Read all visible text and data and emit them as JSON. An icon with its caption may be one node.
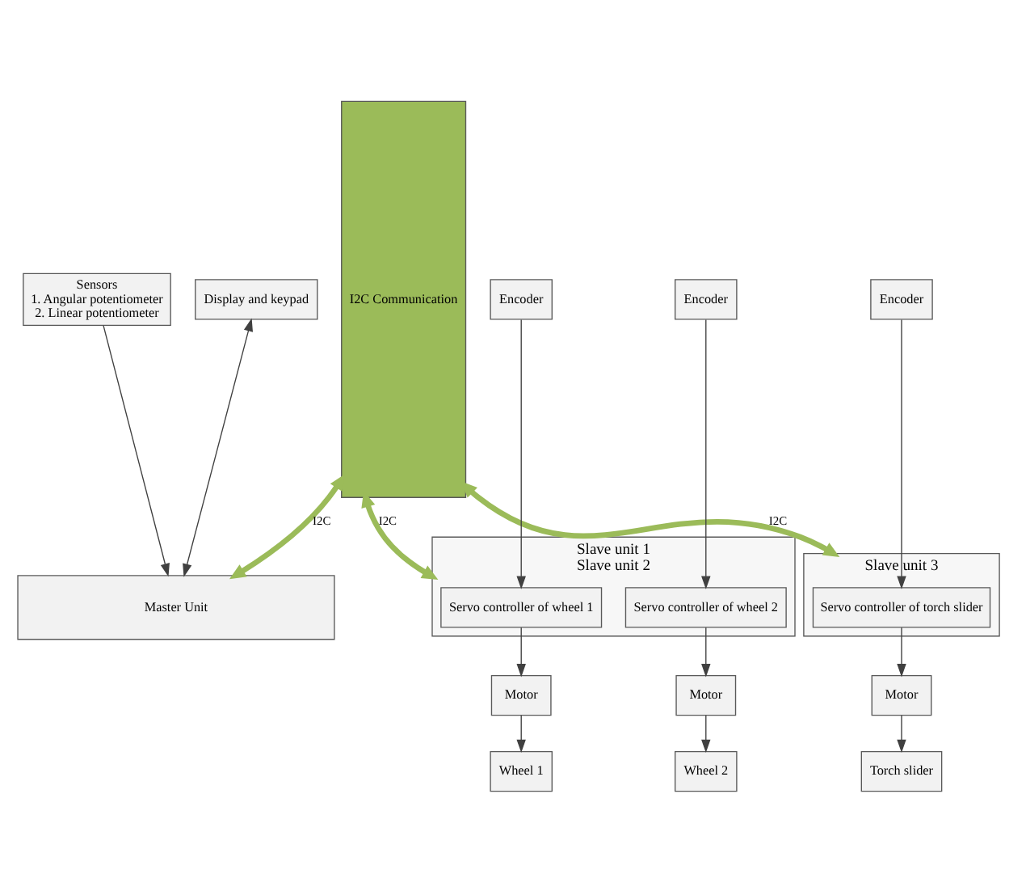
{
  "diagram": {
    "nodes": [
      {
        "text": [
          "Sensors",
          "1. Angular potentiometer",
          "2. Linear potentiometer"
        ]
      },
      {
        "text": [
          "Display and keypad"
        ]
      },
      {
        "text": [
          "I2C Communication"
        ]
      },
      {
        "text": [
          "Master Unit"
        ]
      },
      {
        "text": [
          "Slave unit 1",
          "Slave unit 2"
        ]
      },
      {
        "text": [
          "Servo controller of wheel 1"
        ],
        "in": 4
      },
      {
        "text": [
          "Servo controller of wheel 2"
        ],
        "in": 4
      },
      {
        "text": [
          "Wheel 1"
        ]
      },
      {
        "text": [
          "Motor"
        ]
      },
      {
        "text": [
          "Encoder"
        ]
      },
      {
        "text": [
          "Encoder"
        ]
      },
      {
        "text": [
          "Motor"
        ]
      },
      {
        "text": [
          "Wheel 2"
        ]
      },
      {
        "text": [
          "Slave unit 3"
        ]
      },
      {
        "text": [
          "Servo controller of torch slider"
        ],
        "in": 13
      },
      {
        "text": [
          "Torch slider"
        ]
      },
      {
        "text": [
          "Motor"
        ]
      },
      {
        "text": [
          "Encoder"
        ]
      }
    ],
    "edges": [
      {
        "from": 0,
        "to": 3,
        "arrow": "to"
      },
      {
        "from": 1,
        "to": 3,
        "arrow": "both"
      },
      {
        "from": 2,
        "to": 3,
        "arrow": "both",
        "label": "I2C",
        "style": "thick",
        "color": "#9bbb59"
      },
      {
        "from": 2,
        "to": 4,
        "arrow": "both",
        "label": "I2C",
        "style": "thick",
        "color": "#9bbb59"
      },
      {
        "from": 2,
        "to": 13,
        "arrow": "both",
        "label": "I2C",
        "style": "thick",
        "color": "#9bbb59"
      },
      {
        "from": 5,
        "to": 8,
        "arrow": "to"
      },
      {
        "from": 9,
        "to": 5,
        "arrow": "to"
      },
      {
        "from": 8,
        "to": 7,
        "arrow": "to"
      },
      {
        "from": 10,
        "to": 6,
        "arrow": "to"
      },
      {
        "from": 6,
        "to": 11,
        "arrow": "to"
      },
      {
        "from": 11,
        "to": 12,
        "arrow": "to"
      },
      {
        "from": 14,
        "to": 16,
        "arrow": "to"
      },
      {
        "from": 17,
        "to": 14,
        "arrow": "to"
      },
      {
        "from": 16,
        "to": 15,
        "arrow": "to"
      }
    ]
  }
}
